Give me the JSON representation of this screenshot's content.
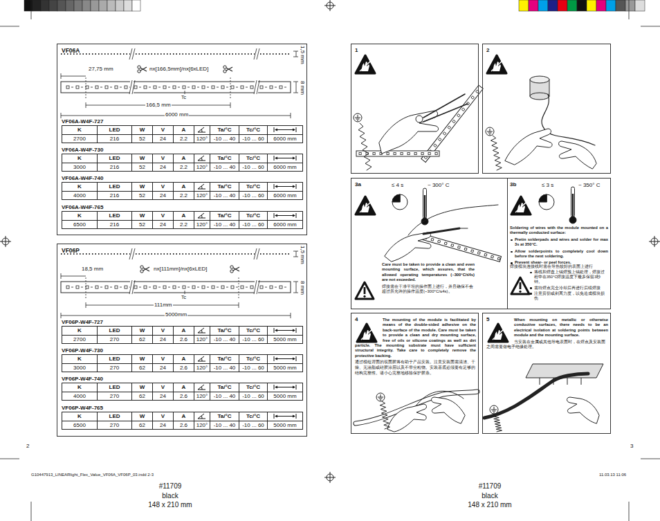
{
  "diagram": {
    "nodes": [
      {
        "text": [
          "VF06A"
        ]
      },
      {
        "text": [
          "VF06A-W4F-727",
          "K",
          "LED",
          "W",
          "V",
          "A",
          "Ta/°C",
          "Tc/°C",
          "2700",
          "216",
          "52",
          "24",
          "2.2",
          "120°",
          "-10 ... 40",
          "-10 ... 60",
          "6000 mm"
        ],
        "in": 0
      },
      {
        "text": [
          "VF06A-W4F-730",
          "K",
          "LED",
          "W",
          "V",
          "A",
          "Ta/°C",
          "Tc/°C",
          "3000",
          "216",
          "52",
          "24",
          "2.2",
          "120°",
          "-10 ... 40",
          "-10 ... 60",
          "6000 mm"
        ],
        "in": 0
      },
      {
        "text": [
          "VF06A-W4F-740",
          "K",
          "LED",
          "W",
          "V",
          "A",
          "Ta/°C",
          "Tc/°C",
          "4000",
          "216",
          "52",
          "24",
          "2.2",
          "120°",
          "-10 ... 40",
          "-10 ... 60",
          "6000 mm"
        ],
        "in": 0
      },
      {
        "text": [
          "VF06A-W4F-765",
          "K",
          "LED",
          "W",
          "V",
          "A",
          "Ta/°C",
          "Tc/°C",
          "6500",
          "216",
          "52",
          "24",
          "2.2",
          "120°",
          "-10 ... 40",
          "-10 ... 60",
          "6000 mm"
        ],
        "in": 0
      },
      {
        "text": [
          "VF06P"
        ]
      },
      {
        "text": [
          "VF06P-W4F-727",
          "K",
          "LED",
          "W",
          "V",
          "A",
          "Ta/°C",
          "Tc/°C",
          "2700",
          "270",
          "62",
          "24",
          "2.6",
          "120°",
          "-10 ... 40",
          "-10 ... 60",
          "5000 mm"
        ],
        "in": 5
      },
      {
        "text": [
          "VF06P-W4F-730",
          "K",
          "LED",
          "W",
          "V",
          "A",
          "Ta/°C",
          "Tc/°C",
          "3000",
          "270",
          "62",
          "24",
          "2.6",
          "120°",
          "-10 ... 40",
          "-10 ... 60",
          "5000 mm"
        ],
        "in": 5
      },
      {
        "text": [
          "VF06P-W4F-740",
          "K",
          "LED",
          "W",
          "V",
          "A",
          "Ta/°C",
          "Tc/°C",
          "4000",
          "270",
          "62",
          "24",
          "2.6",
          "120°",
          "-10 ... 40",
          "-10 ... 60",
          "5000 mm"
        ],
        "in": 5
      },
      {
        "text": [
          "VF06P-W4F-765",
          "K",
          "LED",
          "W",
          "V",
          "A",
          "Ta/°C",
          "Tc/°C",
          "6500",
          "270",
          "62",
          "24",
          "2.6",
          "120°",
          "-10 ... 40",
          "-10 ... 60",
          "5000 mm"
        ],
        "in": 5
      },
      {
        "text": [
          "1"
        ]
      },
      {
        "text": [
          "2"
        ]
      },
      {
        "text": [
          "3a",
          "≤ 4 s",
          "~ 300° C",
          "Care must be taken to provide a clean and even mounting surface, which assures, that the allowed operating temperatures (~300°C/≤4s) are not exceeded.",
          "焊接需在干净平坦的操作面上进行，并且确保不会超过所允许的操作温度(~300°C/≤4s)。"
        ]
      },
      {
        "text": [
          "3b",
          "≤ 3 s",
          "~ 350° C",
          "Soldering of wires with the module mounted on a thermally conducted surface:",
          "Pretin solderpads and wires and solder for max 3s at 350°C.",
          "Allow solderpoints to completely cool down before the next soldering.",
          "Prevent shear- or peel forces.",
          "焊接模块连接线时需在导热较好的表面上进行",
          "将线和焊盘上锡焊预上锡处理，焊接过程中在350°C焊接温度下最多保留3秒钟。",
          "需待焊点完全冷却后再进行后续焊接",
          "注意剪切或剥离力度，以免造成模块损伤"
        ]
      },
      {
        "text": [
          "4",
          "The mounting of the module is facilitated by means of the double-sided adhesive on the back-surface of the module. Care must be taken to provide a clean and dry mounting surface, free of oils or silicone coatings as well as dirt particle. The mounting substrate must have sufficient structural integrity. Take care to completely remove the protective backing.",
          "通过模组背面的双面胶将有助于产品安装。注意安装面需清洁、干燥、无油脂或硅胶涂层以及不带尘粒物。安装基底必须要有足够的结构完整性。请小心完整地移除保护胶条。"
        ]
      },
      {
        "text": [
          "5",
          "When mounting on metallic or otherwise conductive surfaces, there needs to be an electrical isolation at soldering points between module and the mounting surface.",
          "当安装在金属或其他导电表面时，在焊点及安装面之间需要做电子绝缘处理。"
        ]
      }
    ],
    "labels": [
      "1,5 mm",
      "27,75 mm",
      "nx[166,5mm]/nx[6xLED]",
      "Tc",
      "166,5 mm",
      "6000 mm",
      "8 mm",
      "1,5 mm",
      "18,5 mm",
      "nx[111mm]/nx[6xLED]",
      "Tc",
      "111mm",
      "5000mm",
      "8 mm",
      "2",
      "3",
      "G10447913_LINEARlight_Flex_Value_VF06A_VF06P_03.indd 2-3",
      "11.03.13 11:06",
      "#11709",
      "black",
      "148 x 210 mm",
      "#11709",
      "black",
      "148 x 210 mm"
    ]
  }
}
